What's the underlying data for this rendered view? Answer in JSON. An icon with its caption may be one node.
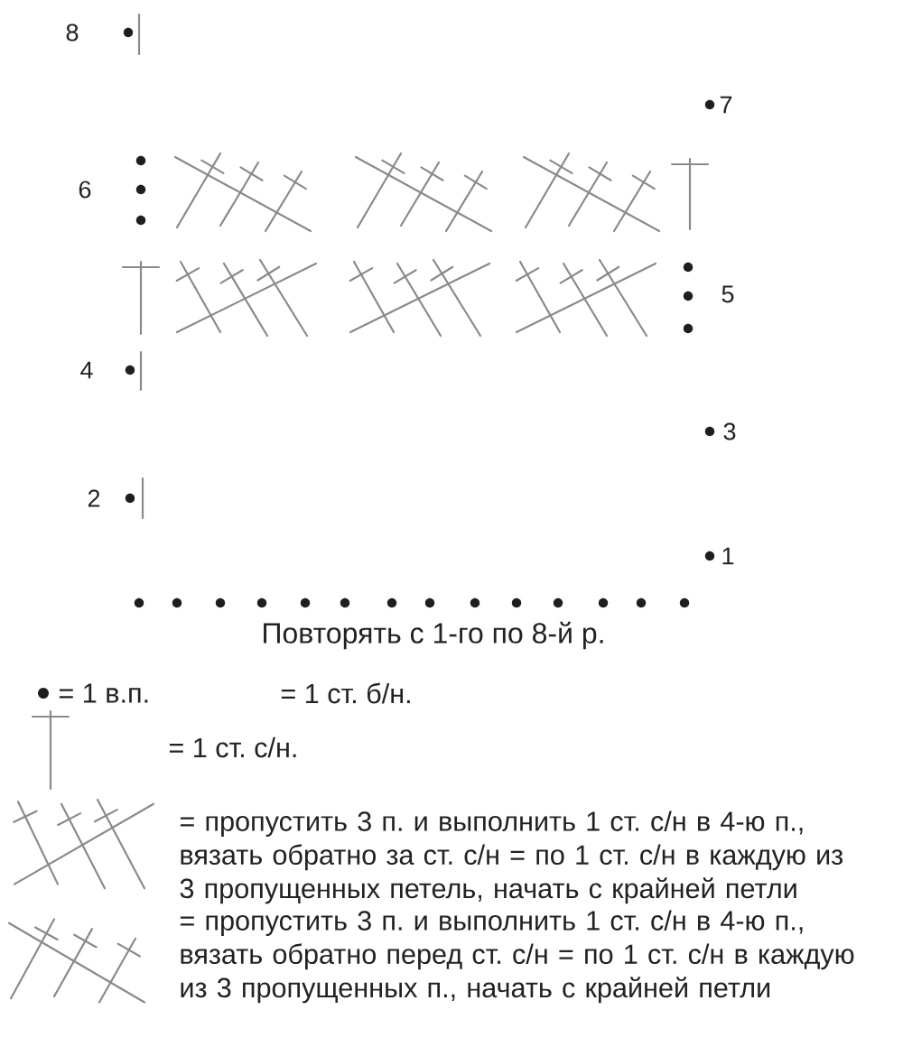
{
  "diagram": {
    "labels": [
      "8",
      "7",
      "6",
      "5",
      "4",
      "3",
      "2",
      "1",
      "Повторять с 1-го по 8-й р."
    ],
    "legend": [
      {
        "text": "= 1 в.п."
      },
      {
        "text": "= 1 ст. б/н."
      },
      {
        "text": "= 1 ст. с/н."
      },
      {
        "text": "= пропустить 3 п. и выполнить 1 ст. с/н в 4-ю п., вязать обратно за ст. с/н = по 1 ст. с/н в каждую из 3 пропущенных петель, начать с крайней петли"
      },
      {
        "text": "= пропустить 3 п. и выполнить 1 ст. с/н в 4-ю п., вязать обратно перед ст. с/н = по 1 ст. с/н в каждую из 3 пропущенных п., начать с крайней петли"
      }
    ]
  }
}
